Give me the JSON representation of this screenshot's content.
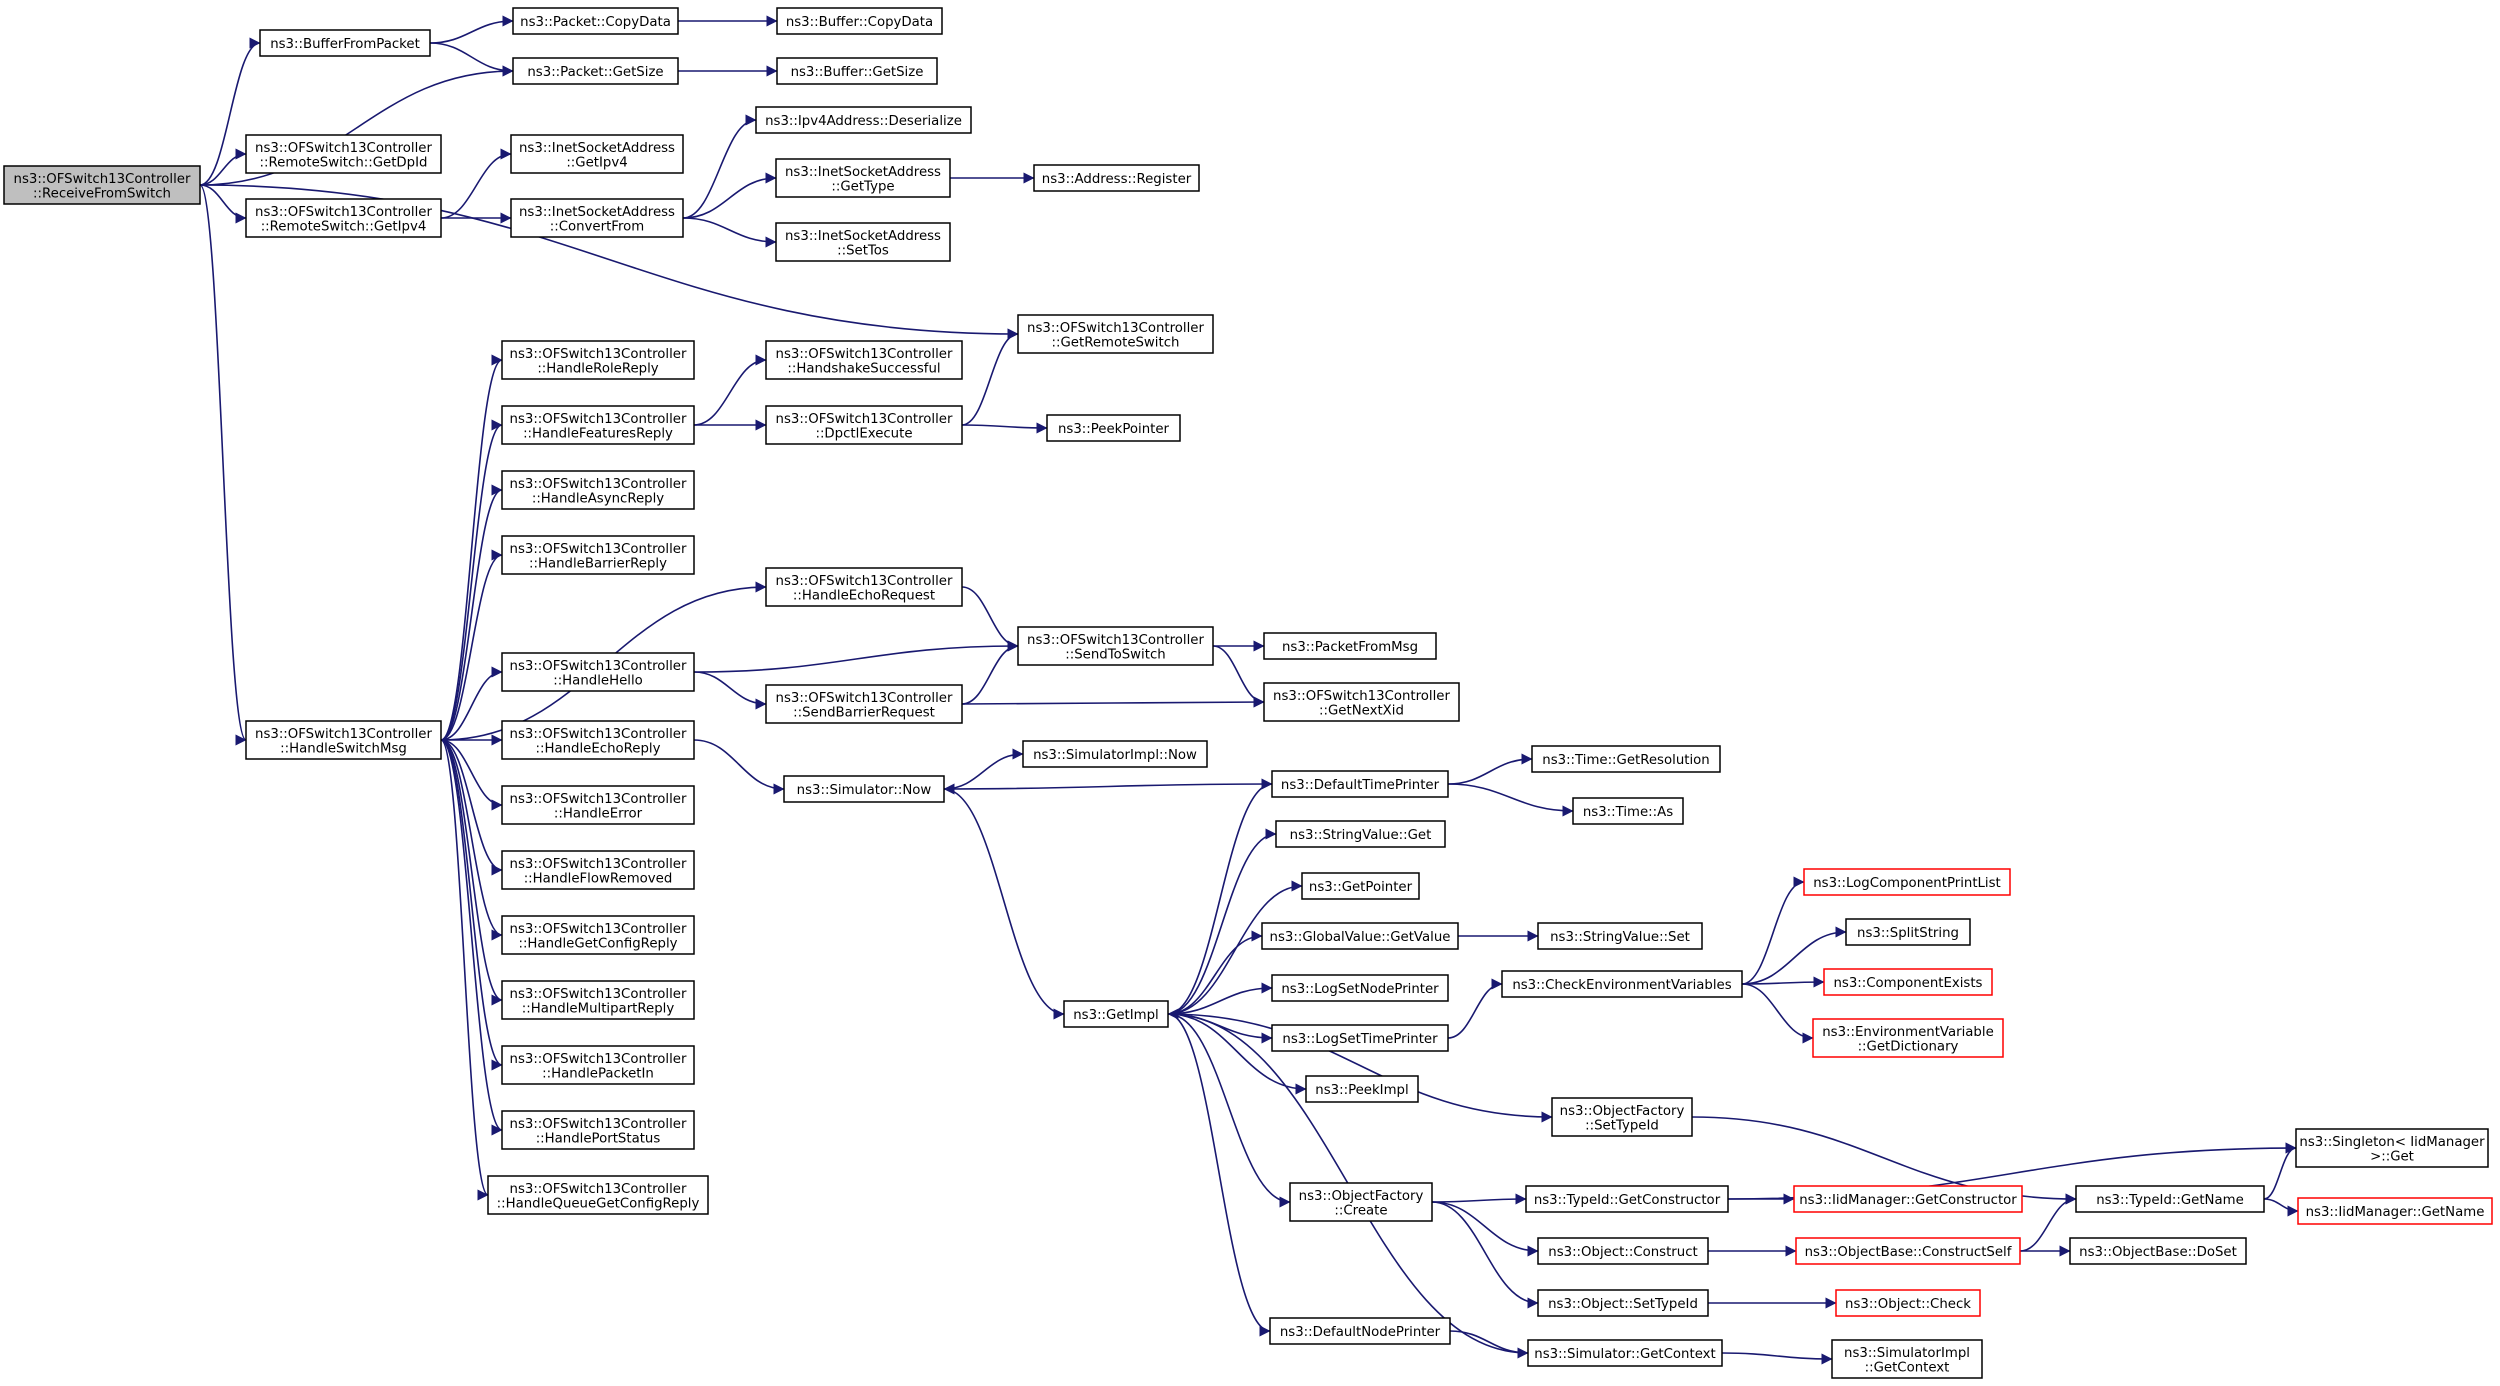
{
  "diagram": {
    "edge_color": "#191970",
    "node_border": "#000000",
    "external_node_border": "#ff0000",
    "root_fill": "#bfbfbf",
    "nodes": [
      {
        "id": "root",
        "lines": [
          "ns3::OFSwitch13Controller",
          "::ReceiveFromSwitch"
        ],
        "style": "root"
      },
      {
        "id": "bufferFromPacket",
        "lines": [
          "ns3::BufferFromPacket"
        ]
      },
      {
        "id": "packetCopyData",
        "lines": [
          "ns3::Packet::CopyData"
        ]
      },
      {
        "id": "bufferCopyData",
        "lines": [
          "ns3::Buffer::CopyData"
        ]
      },
      {
        "id": "packetGetSize",
        "lines": [
          "ns3::Packet::GetSize"
        ]
      },
      {
        "id": "bufferGetSize",
        "lines": [
          "ns3::Buffer::GetSize"
        ]
      },
      {
        "id": "rsGetDpId",
        "lines": [
          "ns3::OFSwitch13Controller",
          "::RemoteSwitch::GetDpId"
        ]
      },
      {
        "id": "rsGetIpv4",
        "lines": [
          "ns3::OFSwitch13Controller",
          "::RemoteSwitch::GetIpv4"
        ]
      },
      {
        "id": "isaGetIpv4",
        "lines": [
          "ns3::InetSocketAddress",
          "::GetIpv4"
        ]
      },
      {
        "id": "isaConvertFrom",
        "lines": [
          "ns3::InetSocketAddress",
          "::ConvertFrom"
        ]
      },
      {
        "id": "ipv4Deserialize",
        "lines": [
          "ns3::Ipv4Address::Deserialize"
        ]
      },
      {
        "id": "isaGetType",
        "lines": [
          "ns3::InetSocketAddress",
          "::GetType"
        ]
      },
      {
        "id": "addressRegister",
        "lines": [
          "ns3::Address::Register"
        ]
      },
      {
        "id": "isaSetTos",
        "lines": [
          "ns3::InetSocketAddress",
          "::SetTos"
        ]
      },
      {
        "id": "getRemoteSwitch",
        "lines": [
          "ns3::OFSwitch13Controller",
          "::GetRemoteSwitch"
        ]
      },
      {
        "id": "handleRoleReply",
        "lines": [
          "ns3::OFSwitch13Controller",
          "::HandleRoleReply"
        ]
      },
      {
        "id": "handleFeaturesReply",
        "lines": [
          "ns3::OFSwitch13Controller",
          "::HandleFeaturesReply"
        ]
      },
      {
        "id": "handshakeSuccessful",
        "lines": [
          "ns3::OFSwitch13Controller",
          "::HandshakeSuccessful"
        ]
      },
      {
        "id": "dpctlExecute",
        "lines": [
          "ns3::OFSwitch13Controller",
          "::DpctlExecute"
        ]
      },
      {
        "id": "peekPointer",
        "lines": [
          "ns3::PeekPointer"
        ]
      },
      {
        "id": "handleAsyncReply",
        "lines": [
          "ns3::OFSwitch13Controller",
          "::HandleAsyncReply"
        ]
      },
      {
        "id": "handleBarrierReply",
        "lines": [
          "ns3::OFSwitch13Controller",
          "::HandleBarrierReply"
        ]
      },
      {
        "id": "handleEchoRequest",
        "lines": [
          "ns3::OFSwitch13Controller",
          "::HandleEchoRequest"
        ]
      },
      {
        "id": "sendToSwitch",
        "lines": [
          "ns3::OFSwitch13Controller",
          "::SendToSwitch"
        ]
      },
      {
        "id": "packetFromMsg",
        "lines": [
          "ns3::PacketFromMsg"
        ]
      },
      {
        "id": "handleHello",
        "lines": [
          "ns3::OFSwitch13Controller",
          "::HandleHello"
        ]
      },
      {
        "id": "sendBarrierRequest",
        "lines": [
          "ns3::OFSwitch13Controller",
          "::SendBarrierRequest"
        ]
      },
      {
        "id": "getNextXid",
        "lines": [
          "ns3::OFSwitch13Controller",
          "::GetNextXid"
        ]
      },
      {
        "id": "handleSwitchMsg",
        "lines": [
          "ns3::OFSwitch13Controller",
          "::HandleSwitchMsg"
        ]
      },
      {
        "id": "handleEchoReply",
        "lines": [
          "ns3::OFSwitch13Controller",
          "::HandleEchoReply"
        ]
      },
      {
        "id": "simulatorImplNow",
        "lines": [
          "ns3::SimulatorImpl::Now"
        ]
      },
      {
        "id": "simulatorNow",
        "lines": [
          "ns3::Simulator::Now"
        ]
      },
      {
        "id": "defaultTimePrinter",
        "lines": [
          "ns3::DefaultTimePrinter"
        ]
      },
      {
        "id": "timeGetResolution",
        "lines": [
          "ns3::Time::GetResolution"
        ]
      },
      {
        "id": "timeAs",
        "lines": [
          "ns3::Time::As"
        ]
      },
      {
        "id": "handleError",
        "lines": [
          "ns3::OFSwitch13Controller",
          "::HandleError"
        ]
      },
      {
        "id": "stringValueGet",
        "lines": [
          "ns3::StringValue::Get"
        ]
      },
      {
        "id": "handleFlowRemoved",
        "lines": [
          "ns3::OFSwitch13Controller",
          "::HandleFlowRemoved"
        ]
      },
      {
        "id": "getPointer",
        "lines": [
          "ns3::GetPointer"
        ]
      },
      {
        "id": "logComponentPrintList",
        "lines": [
          "ns3::LogComponentPrintList"
        ],
        "style": "red"
      },
      {
        "id": "handleGetConfigReply",
        "lines": [
          "ns3::OFSwitch13Controller",
          "::HandleGetConfigReply"
        ]
      },
      {
        "id": "globalValueGetValue",
        "lines": [
          "ns3::GlobalValue::GetValue"
        ]
      },
      {
        "id": "stringValueSet",
        "lines": [
          "ns3::StringValue::Set"
        ]
      },
      {
        "id": "splitString",
        "lines": [
          "ns3::SplitString"
        ]
      },
      {
        "id": "logSetNodePrinter",
        "lines": [
          "ns3::LogSetNodePrinter"
        ]
      },
      {
        "id": "componentExists",
        "lines": [
          "ns3::ComponentExists"
        ],
        "style": "red"
      },
      {
        "id": "checkEnvironmentVariables",
        "lines": [
          "ns3::CheckEnvironmentVariables"
        ]
      },
      {
        "id": "handleMultipartReply",
        "lines": [
          "ns3::OFSwitch13Controller",
          "::HandleMultipartReply"
        ]
      },
      {
        "id": "getImpl",
        "lines": [
          "ns3::GetImpl"
        ]
      },
      {
        "id": "logSetTimePrinter",
        "lines": [
          "ns3::LogSetTimePrinter"
        ]
      },
      {
        "id": "envVarGetDictionary",
        "lines": [
          "ns3::EnvironmentVariable",
          "::GetDictionary"
        ],
        "style": "red"
      },
      {
        "id": "handlePacketIn",
        "lines": [
          "ns3::OFSwitch13Controller",
          "::HandlePacketIn"
        ]
      },
      {
        "id": "peekImpl",
        "lines": [
          "ns3::PeekImpl"
        ]
      },
      {
        "id": "handlePortStatus",
        "lines": [
          "ns3::OFSwitch13Controller",
          "::HandlePortStatus"
        ]
      },
      {
        "id": "objectFactorySetTypeId",
        "lines": [
          "ns3::ObjectFactory",
          "::SetTypeId"
        ]
      },
      {
        "id": "singletonGet",
        "lines": [
          "ns3::Singleton< IidManager",
          ">::Get"
        ]
      },
      {
        "id": "handleQueueGetConfigReply",
        "lines": [
          "ns3::OFSwitch13Controller",
          "::HandleQueueGetConfigReply"
        ]
      },
      {
        "id": "objectFactoryCreate",
        "lines": [
          "ns3::ObjectFactory",
          "::Create"
        ]
      },
      {
        "id": "typeIdGetConstructor",
        "lines": [
          "ns3::TypeId::GetConstructor"
        ]
      },
      {
        "id": "iidManagerGetConstructor",
        "lines": [
          "ns3::IidManager::GetConstructor"
        ],
        "style": "red"
      },
      {
        "id": "typeIdGetName",
        "lines": [
          "ns3::TypeId::GetName"
        ]
      },
      {
        "id": "iidManagerGetName",
        "lines": [
          "ns3::IidManager::GetName"
        ],
        "style": "red"
      },
      {
        "id": "objectConstruct",
        "lines": [
          "ns3::Object::Construct"
        ]
      },
      {
        "id": "objectBaseConstructSelf",
        "lines": [
          "ns3::ObjectBase::ConstructSelf"
        ],
        "style": "red"
      },
      {
        "id": "objectBaseDoSet",
        "lines": [
          "ns3::ObjectBase::DoSet"
        ]
      },
      {
        "id": "objectSetTypeId",
        "lines": [
          "ns3::Object::SetTypeId"
        ]
      },
      {
        "id": "objectCheck",
        "lines": [
          "ns3::Object::Check"
        ],
        "style": "red"
      },
      {
        "id": "defaultNodePrinter",
        "lines": [
          "ns3::DefaultNodePrinter"
        ]
      },
      {
        "id": "simulatorGetContext",
        "lines": [
          "ns3::Simulator::GetContext"
        ]
      },
      {
        "id": "simulatorImplGetContext",
        "lines": [
          "ns3::SimulatorImpl",
          "::GetContext"
        ]
      }
    ],
    "edges": [
      [
        "root",
        "bufferFromPacket"
      ],
      [
        "root",
        "packetGetSize"
      ],
      [
        "root",
        "rsGetDpId"
      ],
      [
        "root",
        "rsGetIpv4"
      ],
      [
        "root",
        "getRemoteSwitch"
      ],
      [
        "root",
        "handleSwitchMsg"
      ],
      [
        "bufferFromPacket",
        "packetCopyData"
      ],
      [
        "bufferFromPacket",
        "packetGetSize"
      ],
      [
        "packetCopyData",
        "bufferCopyData"
      ],
      [
        "packetGetSize",
        "bufferGetSize"
      ],
      [
        "rsGetIpv4",
        "isaGetIpv4"
      ],
      [
        "rsGetIpv4",
        "isaConvertFrom"
      ],
      [
        "isaConvertFrom",
        "ipv4Deserialize"
      ],
      [
        "isaConvertFrom",
        "isaGetType"
      ],
      [
        "isaConvertFrom",
        "isaSetTos"
      ],
      [
        "isaGetType",
        "addressRegister"
      ],
      [
        "handleSwitchMsg",
        "handleRoleReply"
      ],
      [
        "handleSwitchMsg",
        "handleFeaturesReply"
      ],
      [
        "handleSwitchMsg",
        "handleAsyncReply"
      ],
      [
        "handleSwitchMsg",
        "handleBarrierReply"
      ],
      [
        "handleSwitchMsg",
        "handleEchoRequest"
      ],
      [
        "handleSwitchMsg",
        "handleHello"
      ],
      [
        "handleSwitchMsg",
        "handleEchoReply"
      ],
      [
        "handleSwitchMsg",
        "handleError"
      ],
      [
        "handleSwitchMsg",
        "handleFlowRemoved"
      ],
      [
        "handleSwitchMsg",
        "handleGetConfigReply"
      ],
      [
        "handleSwitchMsg",
        "handleMultipartReply"
      ],
      [
        "handleSwitchMsg",
        "handlePacketIn"
      ],
      [
        "handleSwitchMsg",
        "handlePortStatus"
      ],
      [
        "handleSwitchMsg",
        "handleQueueGetConfigReply"
      ],
      [
        "handleFeaturesReply",
        "handshakeSuccessful"
      ],
      [
        "handleFeaturesReply",
        "dpctlExecute"
      ],
      [
        "dpctlExecute",
        "getRemoteSwitch"
      ],
      [
        "dpctlExecute",
        "peekPointer"
      ],
      [
        "handleEchoRequest",
        "sendToSwitch"
      ],
      [
        "handleHello",
        "sendToSwitch"
      ],
      [
        "handleHello",
        "sendBarrierRequest"
      ],
      [
        "sendBarrierRequest",
        "sendToSwitch"
      ],
      [
        "sendBarrierRequest",
        "getNextXid"
      ],
      [
        "sendToSwitch",
        "packetFromMsg"
      ],
      [
        "sendToSwitch",
        "getNextXid"
      ],
      [
        "handleEchoReply",
        "simulatorNow"
      ],
      [
        "simulatorNow",
        "simulatorImplNow"
      ],
      [
        "simulatorNow",
        "getImpl"
      ],
      [
        "defaultTimePrinter",
        "simulatorNow"
      ],
      [
        "defaultTimePrinter",
        "timeGetResolution"
      ],
      [
        "defaultTimePrinter",
        "timeAs"
      ],
      [
        "getImpl",
        "defaultTimePrinter"
      ],
      [
        "getImpl",
        "stringValueGet"
      ],
      [
        "getImpl",
        "getPointer"
      ],
      [
        "getImpl",
        "globalValueGetValue"
      ],
      [
        "getImpl",
        "logSetNodePrinter"
      ],
      [
        "getImpl",
        "logSetTimePrinter"
      ],
      [
        "getImpl",
        "peekImpl"
      ],
      [
        "getImpl",
        "objectFactorySetTypeId"
      ],
      [
        "getImpl",
        "objectFactoryCreate"
      ],
      [
        "getImpl",
        "defaultNodePrinter"
      ],
      [
        "simulatorGetContext",
        "getImpl"
      ],
      [
        "globalValueGetValue",
        "stringValueSet"
      ],
      [
        "logSetTimePrinter",
        "checkEnvironmentVariables"
      ],
      [
        "checkEnvironmentVariables",
        "logComponentPrintList"
      ],
      [
        "checkEnvironmentVariables",
        "splitString"
      ],
      [
        "checkEnvironmentVariables",
        "componentExists"
      ],
      [
        "checkEnvironmentVariables",
        "envVarGetDictionary"
      ],
      [
        "objectFactorySetTypeId",
        "typeIdGetName"
      ],
      [
        "objectFactoryCreate",
        "typeIdGetConstructor"
      ],
      [
        "objectFactoryCreate",
        "objectConstruct"
      ],
      [
        "objectFactoryCreate",
        "objectSetTypeId"
      ],
      [
        "typeIdGetConstructor",
        "singletonGet"
      ],
      [
        "typeIdGetConstructor",
        "iidManagerGetConstructor"
      ],
      [
        "typeIdGetName",
        "singletonGet"
      ],
      [
        "typeIdGetName",
        "iidManagerGetName"
      ],
      [
        "objectConstruct",
        "objectBaseConstructSelf"
      ],
      [
        "objectBaseConstructSelf",
        "typeIdGetName"
      ],
      [
        "objectBaseConstructSelf",
        "objectBaseDoSet"
      ],
      [
        "objectSetTypeId",
        "objectCheck"
      ],
      [
        "defaultNodePrinter",
        "simulatorGetContext"
      ],
      [
        "simulatorGetContext",
        "simulatorImplGetContext"
      ]
    ]
  }
}
